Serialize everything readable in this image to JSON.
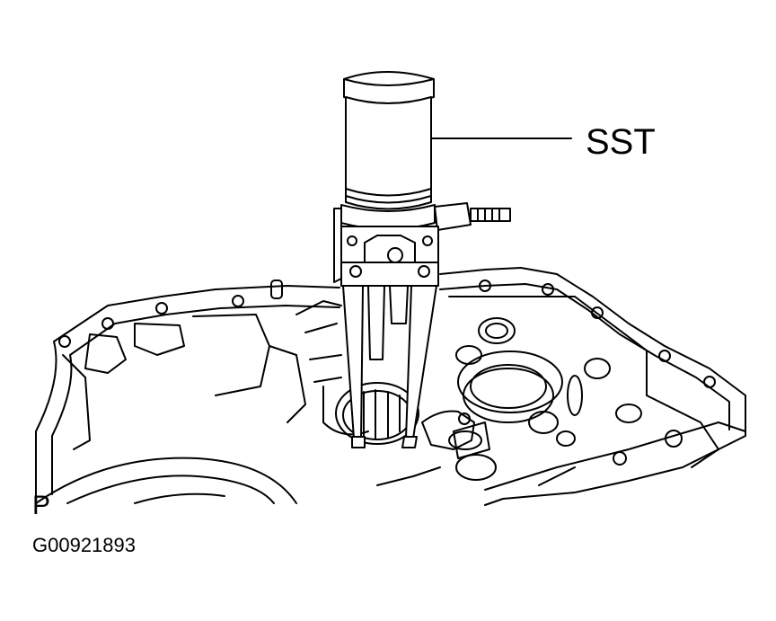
{
  "labels": {
    "tool": "SST",
    "view_marker": "P",
    "figure_id": "G00921893"
  }
}
